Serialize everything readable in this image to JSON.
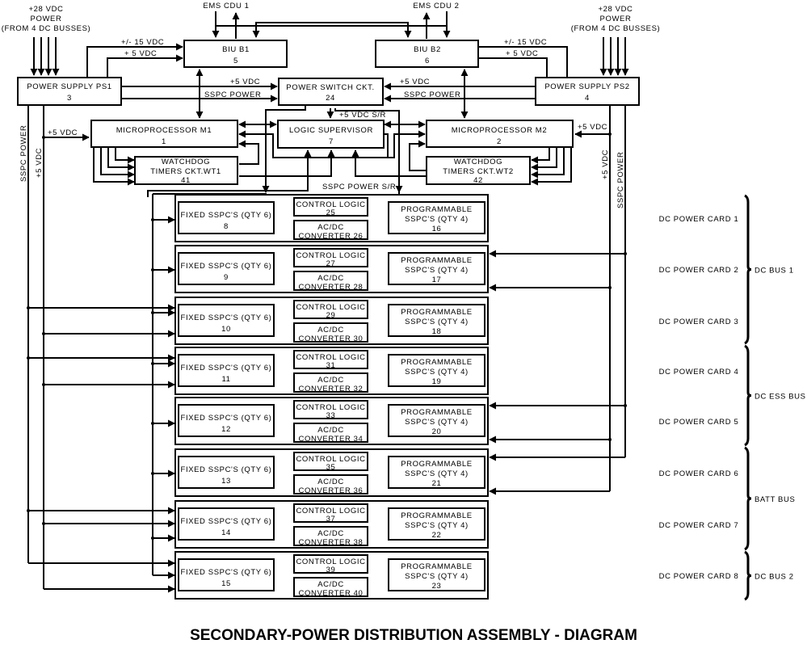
{
  "title": "SECONDARY-POWER DISTRIBUTION ASSEMBLY - DIAGRAM",
  "inputs": {
    "left_28vdc": [
      "+28 VDC",
      "POWER",
      "(FROM 4 DC BUSSES)"
    ],
    "right_28vdc": [
      "+28 VDC",
      "POWER",
      "(FROM 4 DC BUSSES)"
    ],
    "ems_cdu_1": "EMS CDU 1",
    "ems_cdu_2": "EMS CDU 2"
  },
  "blocks": {
    "ps1": {
      "name": "POWER SUPPLY PS1",
      "num": "3"
    },
    "ps2": {
      "name": "POWER SUPPLY PS2",
      "num": "4"
    },
    "biu_b1": {
      "name": "BIU B1",
      "num": "5"
    },
    "biu_b2": {
      "name": "BIU B2",
      "num": "6"
    },
    "power_switch": {
      "name": "POWER SWITCH CKT.",
      "num": "24"
    },
    "logic_supervisor": {
      "name": "LOGIC SUPERVISOR",
      "num": "7"
    },
    "m1": {
      "name": "MICROPROCESSOR M1",
      "num": "1"
    },
    "m2": {
      "name": "MICROPROCESSOR M2",
      "num": "2"
    },
    "wt1": {
      "line1": "WATCHDOG",
      "line2": "TIMERS CKT.WT1",
      "num": "41"
    },
    "wt2": {
      "line1": "WATCHDOG",
      "line2": "TIMERS CKT.WT2",
      "num": "42"
    }
  },
  "signals": {
    "pm15": "+/- 15 VDC",
    "p5": "+ 5 VDC",
    "p5vdc": "+5 VDC",
    "sspc_power": "SSPC POWER",
    "p5_sr": "+5 VDC S/R",
    "sspc_sr": "SSPC POWER S/R"
  },
  "cards": [
    {
      "fixed": "FIXED SSPC'S (QTY 6)",
      "fixed_num": "8",
      "ctrl": "CONTROL LOGIC",
      "ctrl_num": "25",
      "conv1": "AC/DC",
      "conv2": "CONVERTER 26",
      "prog1": "PROGRAMMABLE",
      "prog2": "SSPC'S (QTY 4)",
      "prog_num": "16",
      "label": "DC POWER CARD 1"
    },
    {
      "fixed": "FIXED SSPC'S (QTY 6)",
      "fixed_num": "9",
      "ctrl": "CONTROL LOGIC",
      "ctrl_num": "27",
      "conv1": "AC/DC",
      "conv2": "CONVERTER 28",
      "prog1": "PROGRAMMABLE",
      "prog2": "SSPC'S (QTY 4)",
      "prog_num": "17",
      "label": "DC POWER CARD 2"
    },
    {
      "fixed": "FIXED SSPC'S (QTY 6)",
      "fixed_num": "10",
      "ctrl": "CONTROL LOGIC",
      "ctrl_num": "29",
      "conv1": "AC/DC",
      "conv2": "CONVERTER 30",
      "prog1": "PROGRAMMABLE",
      "prog2": "SSPC'S (QTY 4)",
      "prog_num": "18",
      "label": "DC POWER CARD 3"
    },
    {
      "fixed": "FIXED SSPC'S (QTY 6)",
      "fixed_num": "11",
      "ctrl": "CONTROL LOGIC",
      "ctrl_num": "31",
      "conv1": "AC/DC",
      "conv2": "CONVERTER 32",
      "prog1": "PROGRAMMABLE",
      "prog2": "SSPC'S (QTY 4)",
      "prog_num": "19",
      "label": "DC POWER CARD 4"
    },
    {
      "fixed": "FIXED SSPC'S (QTY 6)",
      "fixed_num": "12",
      "ctrl": "CONTROL LOGIC",
      "ctrl_num": "33",
      "conv1": "AC/DC",
      "conv2": "CONVERTER 34",
      "prog1": "PROGRAMMABLE",
      "prog2": "SSPC'S (QTY 4)",
      "prog_num": "20",
      "label": "DC POWER CARD 5"
    },
    {
      "fixed": "FIXED SSPC'S (QTY 6)",
      "fixed_num": "13",
      "ctrl": "CONTROL LOGIC",
      "ctrl_num": "35",
      "conv1": "AC/DC",
      "conv2": "CONVERTER 36",
      "prog1": "PROGRAMMABLE",
      "prog2": "SSPC'S (QTY 4)",
      "prog_num": "21",
      "label": "DC POWER CARD 6"
    },
    {
      "fixed": "FIXED SSPC'S (QTY 6)",
      "fixed_num": "14",
      "ctrl": "CONTROL LOGIC",
      "ctrl_num": "37",
      "conv1": "AC/DC",
      "conv2": "CONVERTER 38",
      "prog1": "PROGRAMMABLE",
      "prog2": "SSPC'S (QTY 4)",
      "prog_num": "22",
      "label": "DC POWER CARD 7"
    },
    {
      "fixed": "FIXED SSPC'S (QTY 6)",
      "fixed_num": "15",
      "ctrl": "CONTROL LOGIC",
      "ctrl_num": "39",
      "conv1": "AC/DC",
      "conv2": "CONVERTER 40",
      "prog1": "PROGRAMMABLE",
      "prog2": "SSPC'S (QTY 4)",
      "prog_num": "23",
      "label": "DC POWER CARD 8"
    }
  ],
  "buses": [
    {
      "name": "DC BUS 1",
      "cards": [
        1,
        2,
        3
      ]
    },
    {
      "name": "DC ESS BUS",
      "cards": [
        4,
        5
      ]
    },
    {
      "name": "BATT BUS",
      "cards": [
        6,
        7
      ]
    },
    {
      "name": "DC BUS 2",
      "cards": [
        8
      ]
    }
  ]
}
